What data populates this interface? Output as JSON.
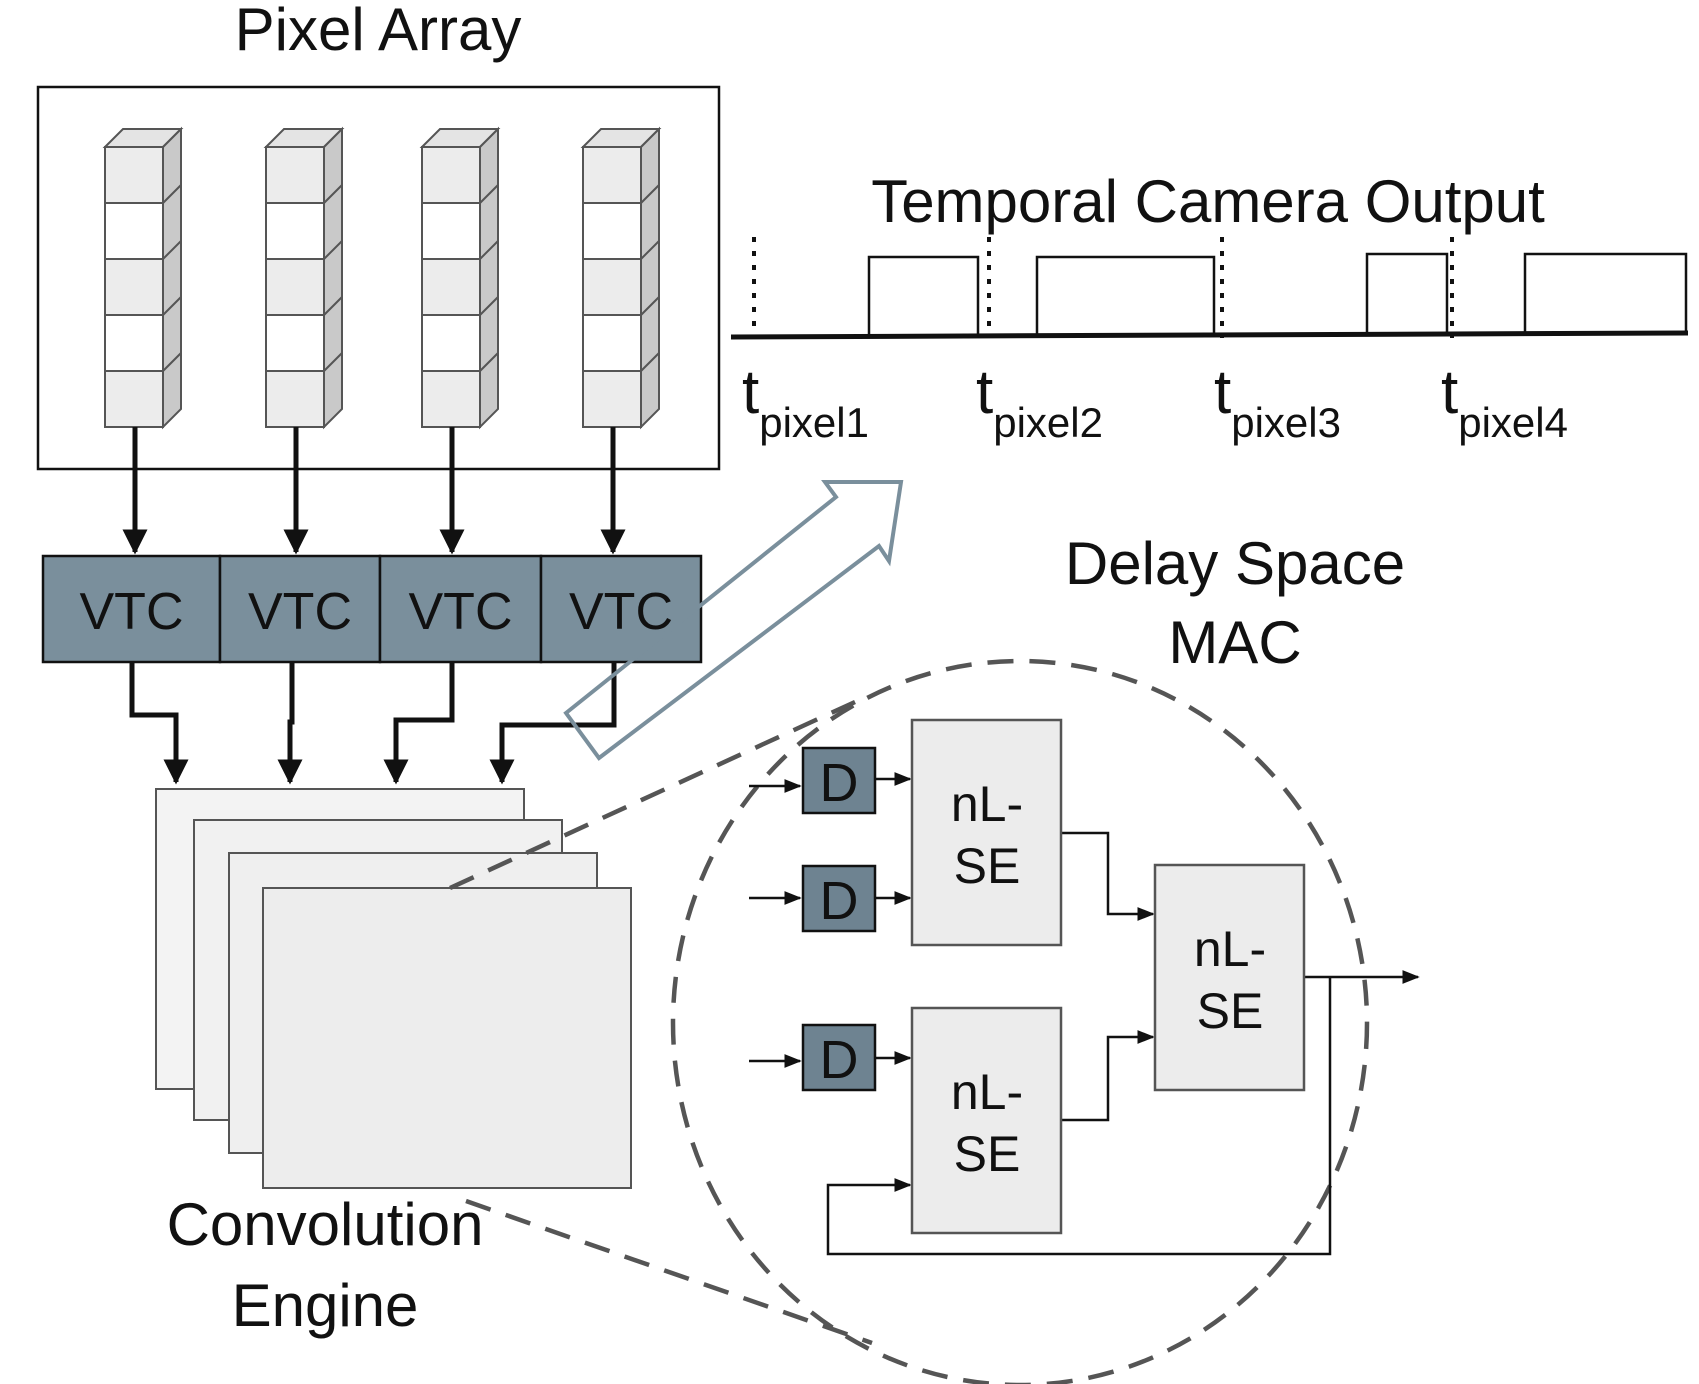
{
  "labels": {
    "pixel_array": "Pixel Array",
    "temporal_output": "Temporal Camera Output",
    "delay_space_line1": "Delay Space",
    "delay_space_line2": "MAC",
    "convolution_line1": "Convolution",
    "convolution_line2": "Engine"
  },
  "vtc_blocks": [
    "VTC",
    "VTC",
    "VTC",
    "VTC"
  ],
  "timing": {
    "t": "t",
    "ticks": [
      "pixel1",
      "pixel2",
      "pixel3",
      "pixel4"
    ]
  },
  "mac": {
    "delay_label": "D",
    "se_line1": "nL-",
    "se_line2": "SE"
  },
  "colors": {
    "vtc_fill": "#7a8f9c",
    "delay_fill": "#6e8391",
    "cell_fill": "#ececec",
    "side_fill": "#c9c9c9",
    "arrow_outline": "#7a8f9c",
    "dashed": "#555555"
  }
}
